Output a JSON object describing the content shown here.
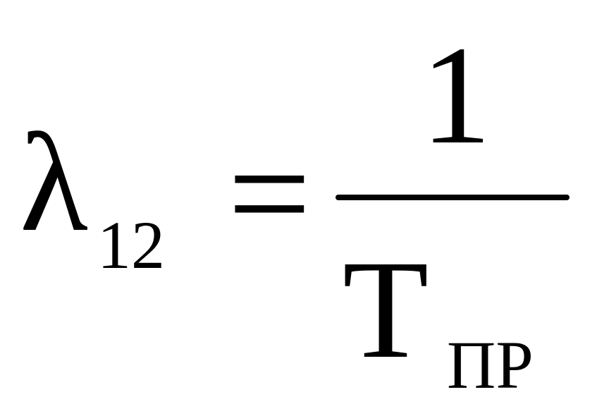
{
  "formula": {
    "lhs_symbol": "λ",
    "lhs_subscript": "12",
    "equals": "=",
    "numerator": "1",
    "denominator": "T",
    "denominator_subscript": "ПР"
  }
}
